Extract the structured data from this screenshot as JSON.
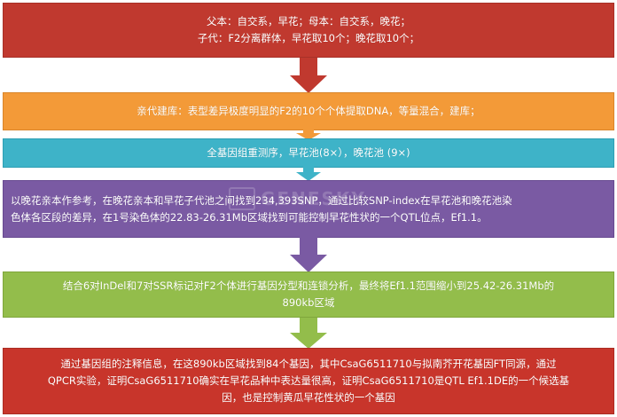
{
  "steps": [
    {
      "lines": [
        "父本：自交系，早花；母本：自交系，晚花；",
        "子代：F2分离群体，早花取10个；晚花取10个；"
      ],
      "color": "#c0392f"
    },
    {
      "lines": [
        "亲代建库：表型差异极度明显的F2的10个个体提取DNA，等量混合，建库；"
      ],
      "color": "#f39a38"
    },
    {
      "lines": [
        "全基因组重测序，早花池(8×），晚花池 (9×)"
      ],
      "color": "#3eb3c8"
    },
    {
      "lines": [
        "以晚花亲本作参考，在晚花亲本和早花子代池之间找到234,393SNP，通过比较SNP-index在早花池和晚花池染",
        "色体各区段的差异，在1号染色体的22.83-26.31Mb区域找到可能控制早花性状的一个QTL位点，Ef1.1。"
      ],
      "color": "#7a5aa3"
    },
    {
      "lines": [
        "结合6对InDel和7对SSR标记对F2个体进行基因分型和连锁分析，最终将Ef1.1范围缩小到25.42-26.31Mb的",
        "890kb区域"
      ],
      "color": "#93bd4b"
    },
    {
      "lines": [
        "通过基因组的注释信息，在这890kb区域找到84个基因，其中CsaG6511710与拟南芥开花基因FT同源，通过",
        "QPCR实验，证明CsaG6511710确实在早花品种中表达量很高，证明CsaG6511710是QTL Ef1.1DE的一个候选基",
        "因，也是控制黄瓜早花性状的一个基因"
      ],
      "color": "#c8352b"
    }
  ],
  "arrows": [
    {
      "icon": "down-arrow-icon",
      "color": "#c0392f"
    },
    {
      "icon": "down-arrow-icon",
      "color": "#f39a38"
    },
    {
      "icon": "down-arrow-icon",
      "color": "#3eb3c8"
    },
    {
      "icon": "down-arrow-icon",
      "color": "#7a5aa3"
    },
    {
      "icon": "down-arrow-icon",
      "color": "#93bd4b"
    }
  ],
  "watermark": {
    "text": "GENESKY",
    "icon": "genesky-logo-icon"
  }
}
